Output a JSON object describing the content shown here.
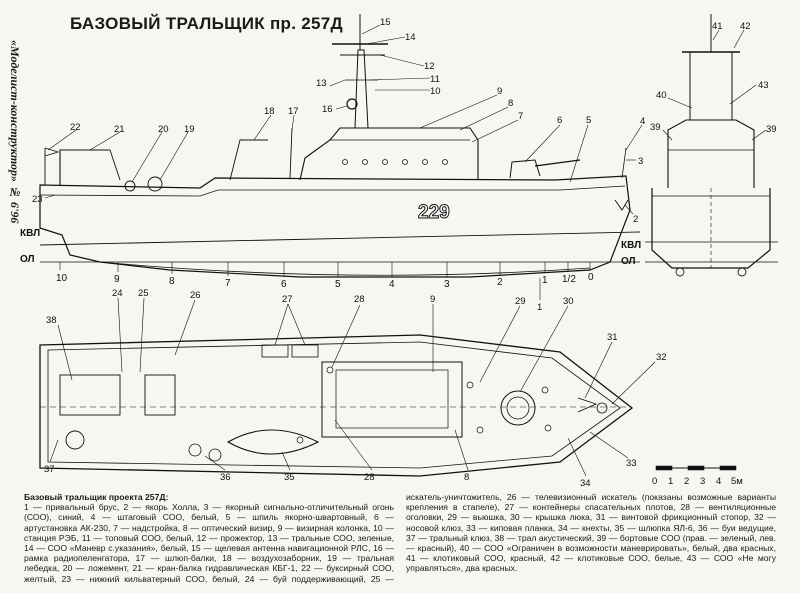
{
  "title": "БАЗОВЫЙ ТРАЛЬЩИК пр. 257Д",
  "side_caption": "«Моделист-конструктор» № 6'96",
  "hull_number": "229",
  "waterline_labels": {
    "kvl": "КВЛ",
    "ol": "ОЛ"
  },
  "frame_labels": [
    "10",
    "9",
    "8",
    "7",
    "6",
    "5",
    "4",
    "3",
    "2",
    "1",
    "1/2",
    "0"
  ],
  "profile_callouts": [
    "1",
    "2",
    "3",
    "4",
    "5",
    "6",
    "7",
    "8",
    "9",
    "10",
    "11",
    "12",
    "13",
    "14",
    "15",
    "16",
    "17",
    "18",
    "19",
    "20",
    "21",
    "22",
    "23"
  ],
  "front_callouts": [
    "39",
    "40",
    "41",
    "42",
    "43",
    "39"
  ],
  "plan_callouts": [
    "24",
    "25",
    "26",
    "27",
    "28",
    "29",
    "30",
    "31",
    "32",
    "33",
    "34",
    "28",
    "35",
    "36",
    "37",
    "38",
    "9",
    "8"
  ],
  "scale": {
    "ticks": [
      "0",
      "1",
      "2",
      "3",
      "4",
      "5м"
    ]
  },
  "legend": {
    "title": "Базовый тральщик проекта 257Д:",
    "body": "1 — привальный брус, 2 — якорь Холла, 3 — якорный сигнально-отличительный огонь (СОО), синий, 4 — штаговый СОО, белый, 5 — шпиль якорно-швартовный, 6 — артустановка АК-230, 7 — надстройка, 8 — оптический визир, 9 — визирная колонка, 10 — станция РЭБ, 11 — топовый СОО, белый, 12 — прожектор, 13 — тральные СОО, зеленые, 14 — СОО «Маневр с.указания», белый, 15 — щелевая антенна навигационной РЛС, 16 — рамка радиопеленгатора, 17 — шлюп-балки, 18 — воздухозаборник, 19 — тральная лебедка, 20 — ложемент, 21 — кран-балка гидравлическая КБГ-1, 22 — буксирный СОО, желтый, 23 — нижний кильватерный СОО, белый, 24 — буй поддерживающий, 25 — искатель-уничтожитель, 26 — телевизионный искатель (показаны возможные варианты крепления в стапеле), 27 — контейнеры спасательных плотов, 28 — вентиляционные оголовки, 29 — вьюшка, 30 — крышка люка, 31 — винтовой фрикционный стопор, 32 — носовой клюз, 33 — киповая планка, 34 — кнехты, 35 — шлюпка ЯЛ-6, 36 — буи ведущие, 37 — тральный клюз, 38 — трал акустический, 39 — бортовые СОО (прав. — зеленый, лев. — красный), 40 — СОО «Ограничен в возможности маневрировать», белый, два красных, 41 — клотиковый СОО, красный, 42 — клотиковые СОО, белые, 43 — СОО «Не могу управляться», два красных."
  }
}
